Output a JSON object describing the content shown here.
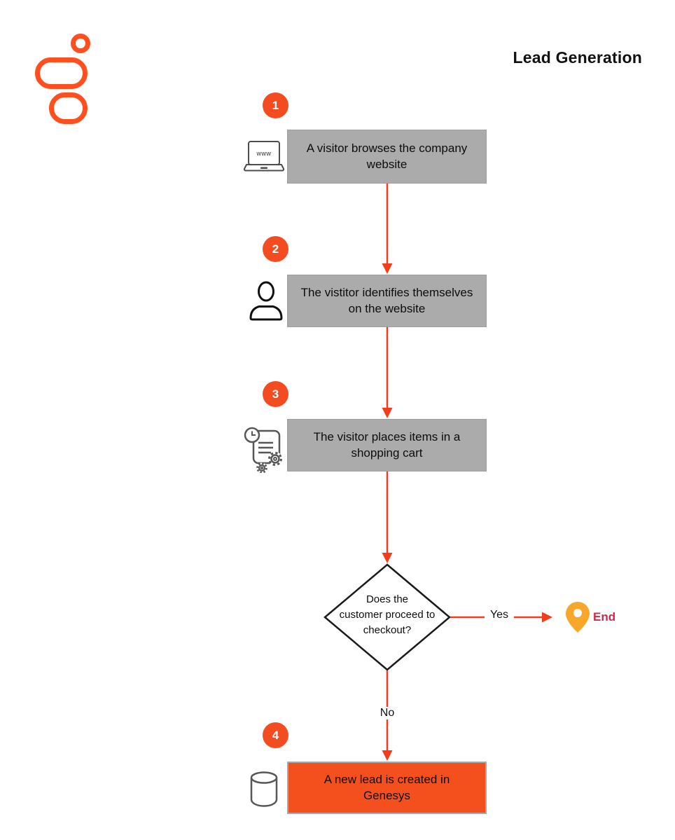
{
  "title": "Lead Generation",
  "logo": {
    "name": "genesys-logo"
  },
  "colors": {
    "brand_orange": "#FF4F1F",
    "step_circle_orange": "#F44C21",
    "box_gray": "#ABABAB",
    "final_box_orange": "#F4501E",
    "arrow_red": "#F43B1C",
    "end_text_red": "#D0284A",
    "pin_amber": "#F9A72B"
  },
  "steps": [
    {
      "number": "1",
      "icon": "laptop-www-icon",
      "label": "A visitor browses the company\nwebsite"
    },
    {
      "number": "2",
      "icon": "person-icon",
      "label": "The vistitor identifies themselves\non the website"
    },
    {
      "number": "3",
      "icon": "document-gears-icon",
      "label": "The visitor places items in a\nshopping cart"
    },
    {
      "number": "4",
      "icon": "database-icon",
      "label": "A new lead is created in\nGenesys"
    }
  ],
  "decision": {
    "label": "Does the\ncustomer proceed to\ncheckout?",
    "yes_label": "Yes",
    "no_label": "No"
  },
  "end_node": {
    "label": "End",
    "icon": "location-pin-icon"
  },
  "laptop_screen_text": "www"
}
